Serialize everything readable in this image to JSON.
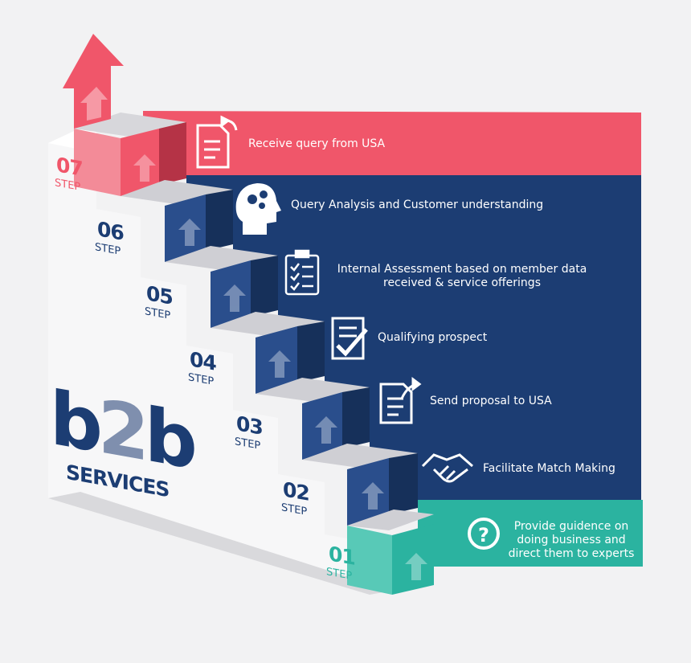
{
  "logo": {
    "b": "b",
    "two": "2",
    "b2": "b",
    "services": "SERVICES"
  },
  "steps": [
    {
      "num": "01",
      "word": "STEP",
      "text": [
        "Provide guidence on",
        "doing business and",
        "direct them to experts"
      ],
      "icon": "question-icon",
      "color": "#2bb3a0"
    },
    {
      "num": "02",
      "word": "STEP",
      "text": [
        "Facilitate Match Making"
      ],
      "icon": "handshake-icon",
      "color": "#1c3d73"
    },
    {
      "num": "03",
      "word": "STEP",
      "text": [
        "Send proposal to USA"
      ],
      "icon": "document-send-icon",
      "color": "#1c3d73"
    },
    {
      "num": "04",
      "word": "STEP",
      "text": [
        "Qualifying prospect"
      ],
      "icon": "checked-document-icon",
      "color": "#1c3d73"
    },
    {
      "num": "05",
      "word": "STEP",
      "text": [
        "Internal Assessment based on member data",
        "received & service offerings"
      ],
      "icon": "clipboard-checklist-icon",
      "color": "#1c3d73"
    },
    {
      "num": "06",
      "word": "STEP",
      "text": [
        "Query Analysis and Customer understanding"
      ],
      "icon": "head-gears-icon",
      "color": "#1c3d73"
    },
    {
      "num": "07",
      "word": "STEP",
      "text": [
        "Receive query from USA"
      ],
      "icon": "document-receive-icon",
      "color": "#f0566a"
    }
  ],
  "colors": {
    "navy": "#1c3d73",
    "teal": "#2bb3a0",
    "coral": "#f0566a",
    "step_gray": "#e6e6e8"
  }
}
